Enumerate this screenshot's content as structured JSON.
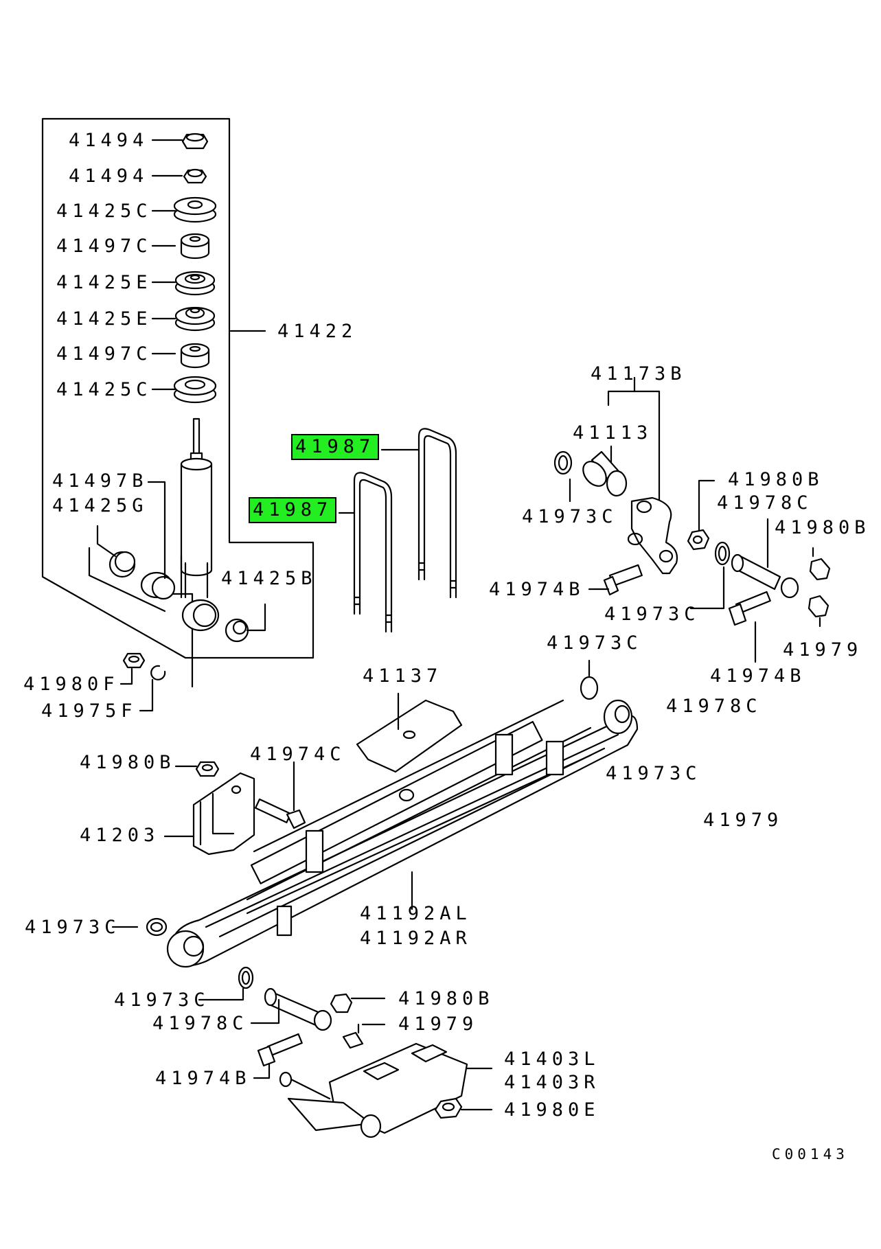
{
  "labels": {
    "l41494a": "41494",
    "l41494b": "41494",
    "l41425c_a": "41425C",
    "l41497c_a": "41497C",
    "l41425e_a": "41425E",
    "l41425e_b": "41425E",
    "l41497c_b": "41497C",
    "l41425c_b": "41425C",
    "l41422": "41422",
    "l41497b": "41497B",
    "l41425g": "41425G",
    "l41425b": "41425B",
    "l41980f": "41980F",
    "l41975f": "41975F",
    "l41987a": "41987",
    "l41987b": "41987",
    "l41173b": "41173B",
    "l41113": "41113",
    "l41973c_1": "41973C",
    "l41980b_1": "41980B",
    "l41978c_1": "41978C",
    "l41980b_2": "41980B",
    "l41974b_1": "41974B",
    "l41973c_2": "41973C",
    "l41979_1": "41979",
    "l41974b_2": "41974B",
    "l41973c_3": "41973C",
    "l41137": "41137",
    "l41978c_2": "41978C",
    "l41980b_3": "41980B",
    "l41974c": "41974C",
    "l41973c_4": "41973C",
    "l41979_2": "41979",
    "l41203": "41203",
    "l41192al": "41192AL",
    "l41192ar": "41192AR",
    "l41973c_5": "41973C",
    "l41973c_6": "41973C",
    "l41980b_4": "41980B",
    "l41978c_3": "41978C",
    "l41979_3": "41979",
    "l41974b_3": "41974B",
    "l41403l": "41403L",
    "l41403r": "41403R",
    "l41980e": "41980E",
    "code": "C00143"
  },
  "colors": {
    "highlight": "#22ee22",
    "ink": "#000000",
    "background": "#ffffff"
  }
}
